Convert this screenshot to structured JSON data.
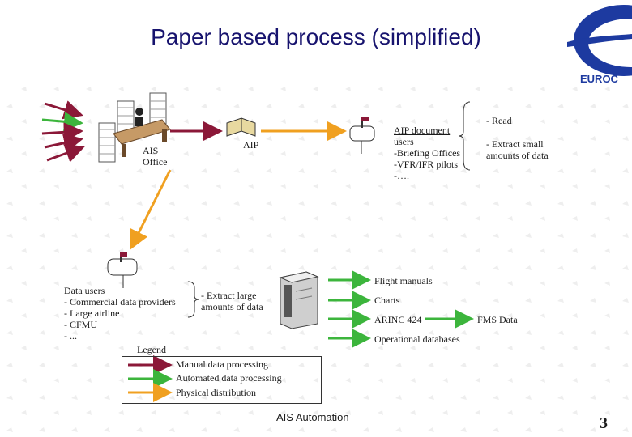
{
  "title": "Paper based process (simplified)",
  "logo": {
    "text": "EUROC",
    "color": "#1d3aa0"
  },
  "colors": {
    "manual": "#8b1838",
    "automated": "#3cb53c",
    "physical": "#f0a020",
    "title": "#17136e"
  },
  "ais_office": {
    "line1": "AIS",
    "line2": "Office"
  },
  "aip_label": "AIP",
  "aip_users": {
    "heading": "AIP document users",
    "items": [
      "-Briefing Offices",
      "-VFR/IFR pilots",
      "-…."
    ]
  },
  "aip_actions": [
    "- Read",
    "- Extract small amounts of data"
  ],
  "data_users": {
    "heading": "Data users",
    "items": [
      "- Commercial data providers",
      "- Large airline",
      "- CFMU",
      "- ..."
    ]
  },
  "extract_large": "- Extract large amounts of data",
  "outputs": {
    "flight_manuals": "Flight manuals",
    "charts": "Charts",
    "arinc": "ARINC 424",
    "fms": "FMS Data",
    "operational": "Operational databases"
  },
  "legend": {
    "title": "Legend",
    "items": [
      {
        "label": "Manual data processing",
        "color": "#8b1838"
      },
      {
        "label": "Automated data processing",
        "color": "#3cb53c"
      },
      {
        "label": "Physical distribution",
        "color": "#f0a020"
      }
    ]
  },
  "footer": "AIS Automation",
  "page_number": "3"
}
